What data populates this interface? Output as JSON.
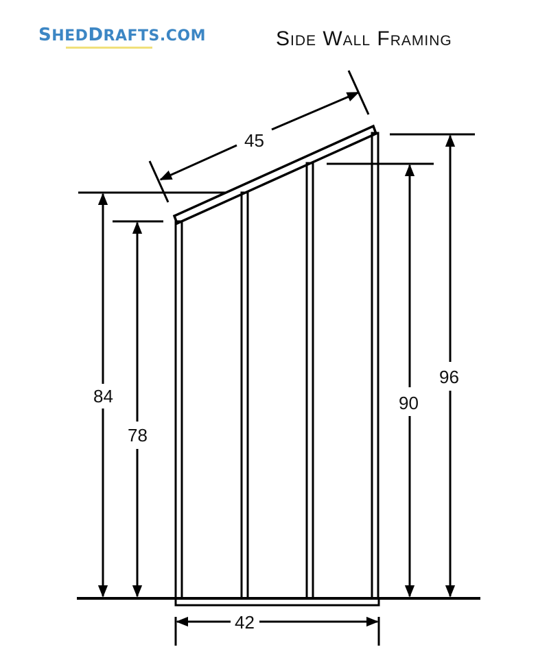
{
  "header": {
    "brand": "SHEDDRAFTS.COM",
    "brand_parts": [
      "S",
      "HED",
      "D",
      "RAFTS.COM"
    ],
    "brand_color": "#3c86c4",
    "underline_color": "#f0e07a",
    "title": "Side Wall Framing"
  },
  "dimensions": {
    "rafter_length": "45",
    "front_height_overall": "84",
    "front_stud_height": "78",
    "back_stud_height": "90",
    "back_height_overall": "96",
    "wall_width": "42"
  },
  "framing": {
    "studs": 4,
    "line_color": "#000000"
  }
}
